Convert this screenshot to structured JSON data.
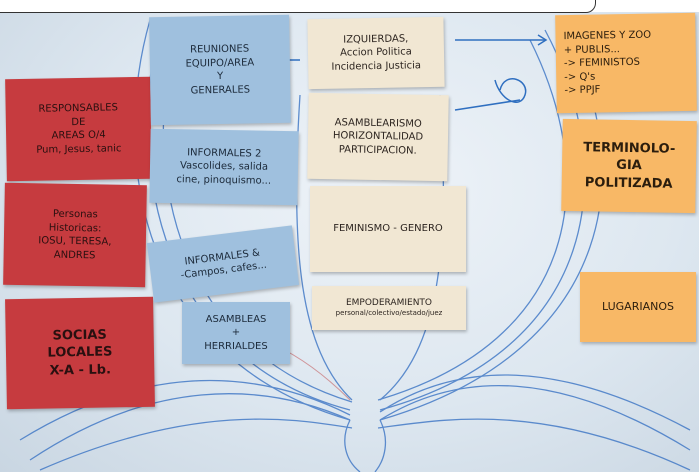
{
  "notes": {
    "responsables": {
      "lines": [
        "RESPONSABLES",
        "DE",
        "AREAS O/4",
        "Pum, Jesus, tanic"
      ]
    },
    "personas": {
      "lines": [
        "Personas",
        "Historicas:",
        "IOSU, TERESA,",
        "ANDRES"
      ]
    },
    "socias": {
      "lines": [
        "SOCIAS",
        "LOCALES",
        "X-A  - Lb."
      ]
    },
    "reuniones": {
      "lines": [
        "REUNIONES",
        "EQUIPO/AREA",
        "Y",
        "GENERALES"
      ]
    },
    "informales2": {
      "lines": [
        "INFORMALES 2",
        "Vascolides, salida",
        "cine, pinoquismo..."
      ]
    },
    "informales_campos": {
      "lines": [
        "INFORMALES &",
        "-Campos, cafes..."
      ]
    },
    "asambleas": {
      "lines": [
        "ASAMBLEAS",
        "+",
        "HERRIALDES"
      ]
    },
    "izquierdas": {
      "lines": [
        "IZQUIERDAS,",
        "Accion Politica",
        "Incidencia Justicia"
      ]
    },
    "asambleario": {
      "lines": [
        "ASAMBLEARISMO",
        "HORIZONTALIDAD",
        "PARTICIPACION."
      ]
    },
    "feminismo": {
      "lines": [
        "FEMINISMO - GENERO"
      ]
    },
    "empoderamiento": {
      "lines": [
        "EMPODERAMIENTO",
        "personal/colectivo/estado/juez"
      ]
    },
    "imagenes": {
      "lines": [
        "IMAGENES Y ZOO",
        "+ PUBLIS...",
        "-> FEMINISTOS",
        "-> Q's",
        "-> PPJF"
      ]
    },
    "terminologia": {
      "lines": [
        "TERMINOLO-",
        "GIA",
        "POLITIZADA"
      ]
    },
    "lugarianos": {
      "lines": [
        "LUGARIANOS"
      ]
    }
  },
  "colors": {
    "red": "#c63b3f",
    "blue": "#9fc0de",
    "cream": "#f1e7d3",
    "orange": "#f8b866",
    "marker_blue": "#2f6fc0"
  }
}
